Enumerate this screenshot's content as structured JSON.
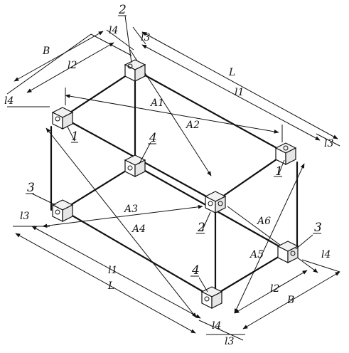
{
  "labels": {
    "B_top": "B",
    "l2_top": "l2",
    "l4_top": "l4",
    "l3_top": "l3",
    "l4_left": "l4",
    "L_top": "L",
    "l1_top": "l1",
    "l3_right": "l3",
    "A1": "A1",
    "A2": "A2",
    "A3": "A3",
    "A4": "A4",
    "A5": "A5",
    "A6": "A6",
    "l3_left": "l3",
    "l1_bottom": "l1",
    "L_bottom": "L",
    "l4_bottom": "l4",
    "l3_bottom": "l3",
    "l2_bottom": "l2",
    "B_bottom": "B",
    "l4_right": "l4"
  },
  "callouts": {
    "c1_left": "1",
    "c1_right": "1",
    "c2_top": "2",
    "c2_mid": "2",
    "c3_left": "3",
    "c3_right": "3",
    "c4_upper": "4",
    "c4_lower": "4"
  }
}
